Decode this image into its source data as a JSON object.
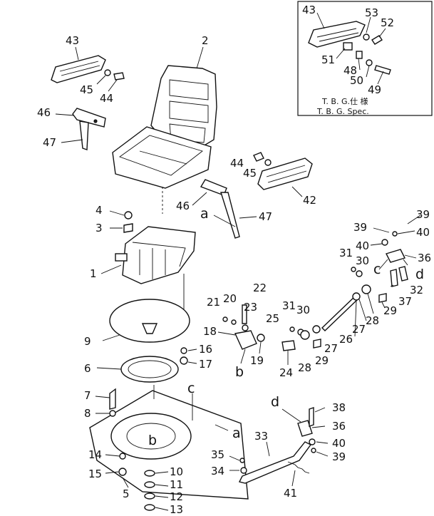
{
  "callouts": {
    "n1": "1",
    "n2": "2",
    "n3": "3",
    "n4": "4",
    "n5": "5",
    "n6": "6",
    "n7": "7",
    "n8": "8",
    "n9": "9",
    "n10": "10",
    "n11": "11",
    "n12": "12",
    "n13": "13",
    "n14": "14",
    "n15": "15",
    "n16": "16",
    "n17": "17",
    "n18": "18",
    "n19": "19",
    "n20": "20",
    "n21": "21",
    "n22": "22",
    "n23": "23",
    "n24": "24",
    "n25": "25",
    "n26": "26",
    "n27a": "27",
    "n27b": "27",
    "n28a": "28",
    "n28b": "28",
    "n29a": "29",
    "n29b": "29",
    "n30a": "30",
    "n30b": "30",
    "n31a": "31",
    "n31b": "31",
    "n32": "32",
    "n33": "33",
    "n34": "34",
    "n35": "35",
    "n36a": "36",
    "n36b": "36",
    "n37": "37",
    "n38": "38",
    "n39a": "39",
    "n39b": "39",
    "n39c": "39",
    "n40a": "40",
    "n40b": "40",
    "n40c": "40",
    "n41": "41",
    "n42": "42",
    "n43a": "43",
    "n43b": "43",
    "n44a": "44",
    "n44b": "44",
    "n45a": "45",
    "n45b": "45",
    "n46a": "46",
    "n46b": "46",
    "n47a": "47",
    "n47b": "47",
    "n48": "48",
    "n49": "49",
    "n50": "50",
    "n51": "51",
    "n52": "52",
    "n53": "53"
  },
  "letters": {
    "a1": "a",
    "a2": "a",
    "b1": "b",
    "b2": "b",
    "c1": "c",
    "c2": "c",
    "d1": "d",
    "d2": "d"
  },
  "inset": {
    "spec_line1": "T. B. G.仕 様",
    "spec_line2": "T. B. G. Spec."
  }
}
